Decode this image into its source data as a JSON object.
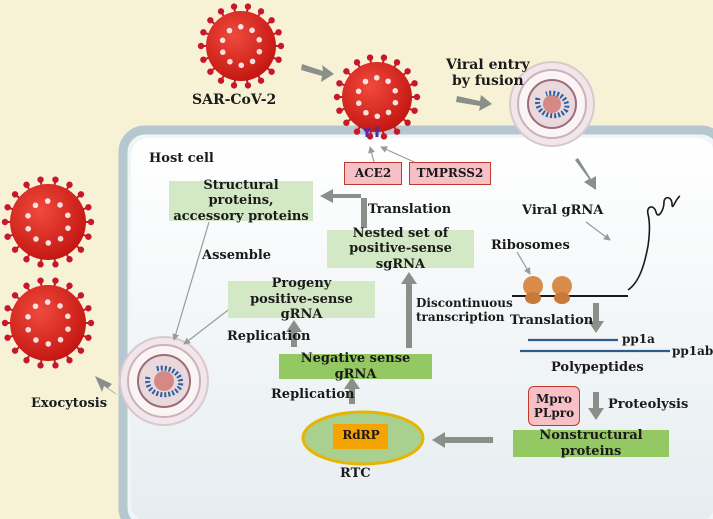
{
  "labels": {
    "sarscov2": "SAR-CoV-2",
    "viral_entry_line1": "Viral entry",
    "viral_entry_line2": "by fusion",
    "host_cell": "Host cell",
    "ace2": "ACE2",
    "tmprss2": "TMPRSS2",
    "viral_grna": "Viral gRNA",
    "ribosomes": "Ribosomes",
    "translation_ribosome": "Translation",
    "pp1a": "pp1a",
    "pp1ab": "pp1ab",
    "polypeptides": "Polypeptides",
    "mpro": "Mpro",
    "plpro": "PLpro",
    "proteolysis": "Proteolysis",
    "nonstructural": "Nonstructural proteins",
    "rdrp": "RdRP",
    "rtc": "RTC",
    "replication_lower": "Replication",
    "negative_sense": "Negative sense gRNA",
    "replication_upper": "Replication",
    "progeny_line1": "Progeny",
    "progeny_line2": "positive-sense gRNA",
    "discontinuous_line1": "Discontinuous",
    "discontinuous_line2": "transcription",
    "nested_line1": "Nested set of",
    "nested_line2": "positive-sense sgRNA",
    "translation_upper": "Translation",
    "structural_line1": "Structural proteins,",
    "structural_line2": "accessory proteins",
    "assemble": "Assemble",
    "exocytosis": "Exocytosis"
  },
  "colors": {
    "background": "#f7f2d6",
    "cell_fill": "#eef3f5",
    "cell_border": "#9fb4bf",
    "arrow": "#8a8f8a",
    "virus_body": "#e2231a",
    "virus_spike": "#c7182b",
    "box_light_green": "#d3e8c4",
    "box_green": "#93c862",
    "box_pink": "#f6c0c6",
    "rdrp_orange": "#f5a300",
    "rtc_green": "#a9d08e",
    "rtc_border": "#e8b400",
    "rna_line": "#2e5c8a",
    "ribosome": "#d98c4a"
  },
  "icons": [
    "virus-icon",
    "receptor-icon",
    "ribosome-icon",
    "rna-strand-icon",
    "endosome-icon"
  ]
}
